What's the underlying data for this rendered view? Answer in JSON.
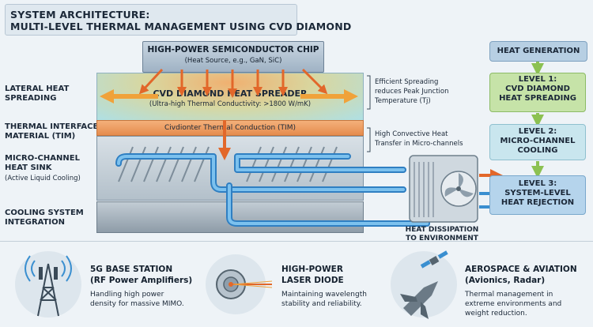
{
  "title": {
    "line1": "SYSTEM ARCHITECTURE:",
    "line2": "MULTI-LEVEL THERMAL MANAGEMENT USING CVD DIAMOND"
  },
  "left_labels": {
    "lateral_1": "LATERAL HEAT",
    "lateral_2": "SPREADING",
    "tim_1": "THERMAL INTERFACE",
    "tim_2": "MATERIAL (TIM)",
    "micro_1": "MICRO-CHANNEL",
    "micro_2": "HEAT SINK",
    "micro_sub": "(Active Liquid Cooling)",
    "cooling_1": "COOLING SYSTEM",
    "cooling_2": "INTEGRATION"
  },
  "chip": {
    "title": "HIGH-POWER SEMICONDUCTOR CHIP",
    "subtitle": "(Heat Source, e.g., GaN, SiC)"
  },
  "spreader": {
    "title": "CVD DIAMOND HEAT SPREADER",
    "subtitle": "(Ultra-high Thermal Conductivity: >1800 W/mK)"
  },
  "tim_label": "Civdionter Thermal Conduction (TIM)",
  "notes": {
    "spreading_1": "Efficient Spreading",
    "spreading_2": "reduces Peak Junction",
    "spreading_3": "Temperature (Tj)",
    "convective_1": "High Convective Heat",
    "convective_2": "Transfer in Micro-channels"
  },
  "dissipation": {
    "line1": "HEAT DISSIPATION",
    "line2": "TO ENVIRONMENT"
  },
  "levels": {
    "generation": "HEAT GENERATION",
    "l1_a": "LEVEL 1:",
    "l1_b": "CVD DIAMOND",
    "l1_c": "HEAT SPREADING",
    "l2_a": "LEVEL 2:",
    "l2_b": "MICRO-CHANNEL",
    "l2_c": "COOLING",
    "l3_a": "LEVEL 3:",
    "l3_b": "SYSTEM-LEVEL",
    "l3_c": "HEAT REJECTION"
  },
  "applications": {
    "base_station": {
      "title_1": "5G BASE STATION",
      "title_2": "(RF Power Amplifiers)",
      "desc_1": "Handling high power",
      "desc_2": "density for massive MIMO.",
      "icon": "cell-tower-icon"
    },
    "laser": {
      "title_1": "HIGH-POWER",
      "title_2": "LASER DIODE",
      "desc_1": "Maintaining wavelength",
      "desc_2": "stability and reliability.",
      "icon": "laser-diode-icon"
    },
    "aerospace": {
      "title_1": "AEROSPACE & AVIATION",
      "title_2": "(Avionics, Radar)",
      "desc_1": "Thermal management in",
      "desc_2": "extreme environments and",
      "desc_3": "weight reduction.",
      "icon": "jet-satellite-icon"
    }
  },
  "colors": {
    "hot": "#e2672a",
    "coolant": "#3a8fd0",
    "level1": "#c6e3a8",
    "level2": "#c9e6ee",
    "level3": "#b5d4ec",
    "flow_arrow": "#8cc152"
  }
}
